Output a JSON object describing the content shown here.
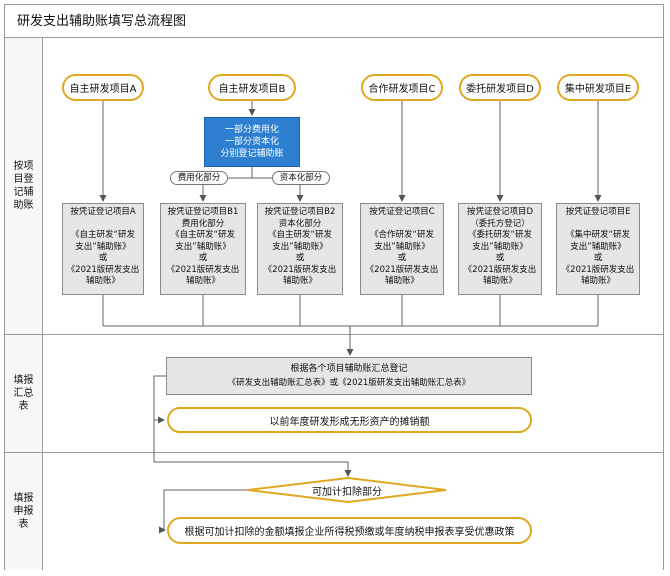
{
  "title": "研发支出辅助账填写总流程图",
  "lanes": {
    "register": "按项目登记辅助账",
    "summary": "填报汇总表",
    "declare": "填报申报表"
  },
  "projects": {
    "a": "自主研发项目A",
    "b": "自主研发项目B",
    "c": "合作研发项目C",
    "d": "委托研发项目D",
    "e": "集中研发项目E"
  },
  "split": {
    "line1": "一部分费用化",
    "line2": "一部分资本化",
    "line3": "分别登记辅助账",
    "expense_tag": "费用化部分",
    "capital_tag": "资本化部分"
  },
  "vouchers": {
    "a": [
      "按凭证登记项目A",
      "",
      "《自主研发“研发",
      "支出”辅助账》",
      "或",
      "《2021版研发支出",
      "辅助账》"
    ],
    "b1": [
      "按凭证登记项目B1",
      "费用化部分",
      "《自主研发“研发",
      "支出”辅助账》",
      "或",
      "《2021版研发支出",
      "辅助账》"
    ],
    "b2": [
      "按凭证登记项目B2",
      "资本化部分",
      "《自主研发“研发",
      "支出”辅助账》",
      "或",
      "《2021版研发支出",
      "辅助账》"
    ],
    "c": [
      "按凭证登记项目C",
      "",
      "《合作研发“研发",
      "支出”辅助账》",
      "或",
      "《2021版研发支出",
      "辅助账》"
    ],
    "d": [
      "按凭证登记项目D",
      "（委托方登记）",
      "《委托研发“研发",
      "支出”辅助账》",
      "或",
      "《2021版研发支出",
      "辅助账》"
    ],
    "e": [
      "按凭证登记项目E",
      "",
      "《集中研发“研发",
      "支出”辅助账》",
      "或",
      "《2021版研发支出",
      "辅助账》"
    ]
  },
  "summary": {
    "line1": "根据各个项目辅助账汇总登记",
    "line2": "《研发支出辅助账汇总表》或《2021版研发支出辅助账汇总表》",
    "amortization": "以前年度研发形成无形资产的摊销额"
  },
  "declare": {
    "decision": "可加计扣除部分",
    "final": "根据可加计扣除的金额填报企业所得税预缴或年度纳税申报表享受优惠政策"
  }
}
